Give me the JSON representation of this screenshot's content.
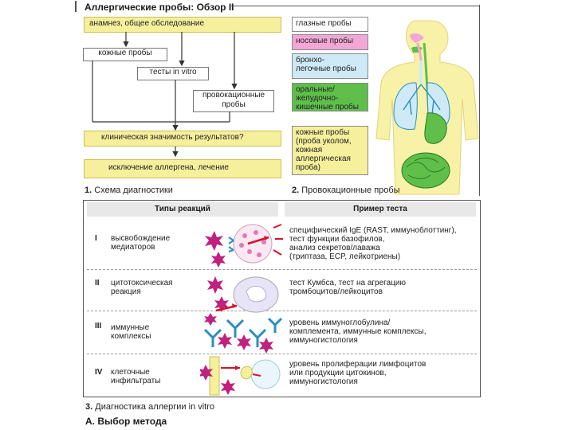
{
  "title": "Аллергические пробы: Обзор II",
  "scheme": {
    "anamnesis": "анамнез, общее обследование",
    "skin_tests": "кожные пробы",
    "tests_in_vitro": "тесты in vitro",
    "provocation_line1": "провокационные",
    "provocation_line2": "пробы",
    "clinical": "клиническая значимость результатов?",
    "exclusion": "исключение аллергена, лечение",
    "caption_num": "1.",
    "caption_text": "Схема диагностики"
  },
  "provocation": {
    "items": [
      {
        "lines": [
          "глазные пробы"
        ],
        "color": "#ffffff"
      },
      {
        "lines": [
          "носовые пробы"
        ],
        "color": "#f2a7d6"
      },
      {
        "lines": [
          "бронхо-",
          "легочные пробы"
        ],
        "color": "#cdeaf6"
      },
      {
        "lines": [
          "оральные/",
          "желудочно-",
          "кишечные пробы"
        ],
        "color": "#5fbf4a"
      },
      {
        "lines": [
          "кожные пробы",
          "(проба уколом,",
          "кожная",
          "аллергическая",
          "проба)"
        ],
        "color": "#f6ef9c"
      }
    ],
    "caption_num": "2.",
    "caption_text": "Провокационные пробы"
  },
  "reactions": {
    "header_left": "Типы реакций",
    "header_right": "Пример теста",
    "rows": [
      {
        "num": "I",
        "lines": [
          "высвобождение",
          "медиаторов"
        ],
        "example": [
          "специфический IgE (RAST, иммуноблоттинг),",
          "тест функции базофилов,",
          "анализ секретов/лаважа",
          "(триптаза, ECP, лейкотриены)"
        ]
      },
      {
        "num": "II",
        "lines": [
          "цитотоксическая",
          "реакция"
        ],
        "example": [
          "тест Кумбса, тест на агрегацию",
          "тромбоцитов/лейкоцитов"
        ]
      },
      {
        "num": "III",
        "lines": [
          "иммунные",
          "комплексы"
        ],
        "example": [
          "уровень иммуноглобулина/",
          "комплемента, иммунные комплексы,",
          "иммуногистология"
        ]
      },
      {
        "num": "IV",
        "lines": [
          "клеточные",
          "инфильтраты"
        ],
        "example": [
          "уровень пролиферации лимфоцитов",
          "или продукции цитокинов,",
          "иммуногистология"
        ]
      }
    ],
    "caption_num": "3.",
    "caption_text": "Диагностика аллергии in vitro"
  },
  "footer": "А. Выбор метода",
  "colors": {
    "yellow": "#f6ef9c",
    "pink": "#f2a7d6",
    "blue": "#cdeaf6",
    "green": "#5fbf4a",
    "body": "#f8f2a8",
    "red": "#d8102a",
    "magenta": "#c0207e",
    "teal": "#2a8fbf"
  }
}
